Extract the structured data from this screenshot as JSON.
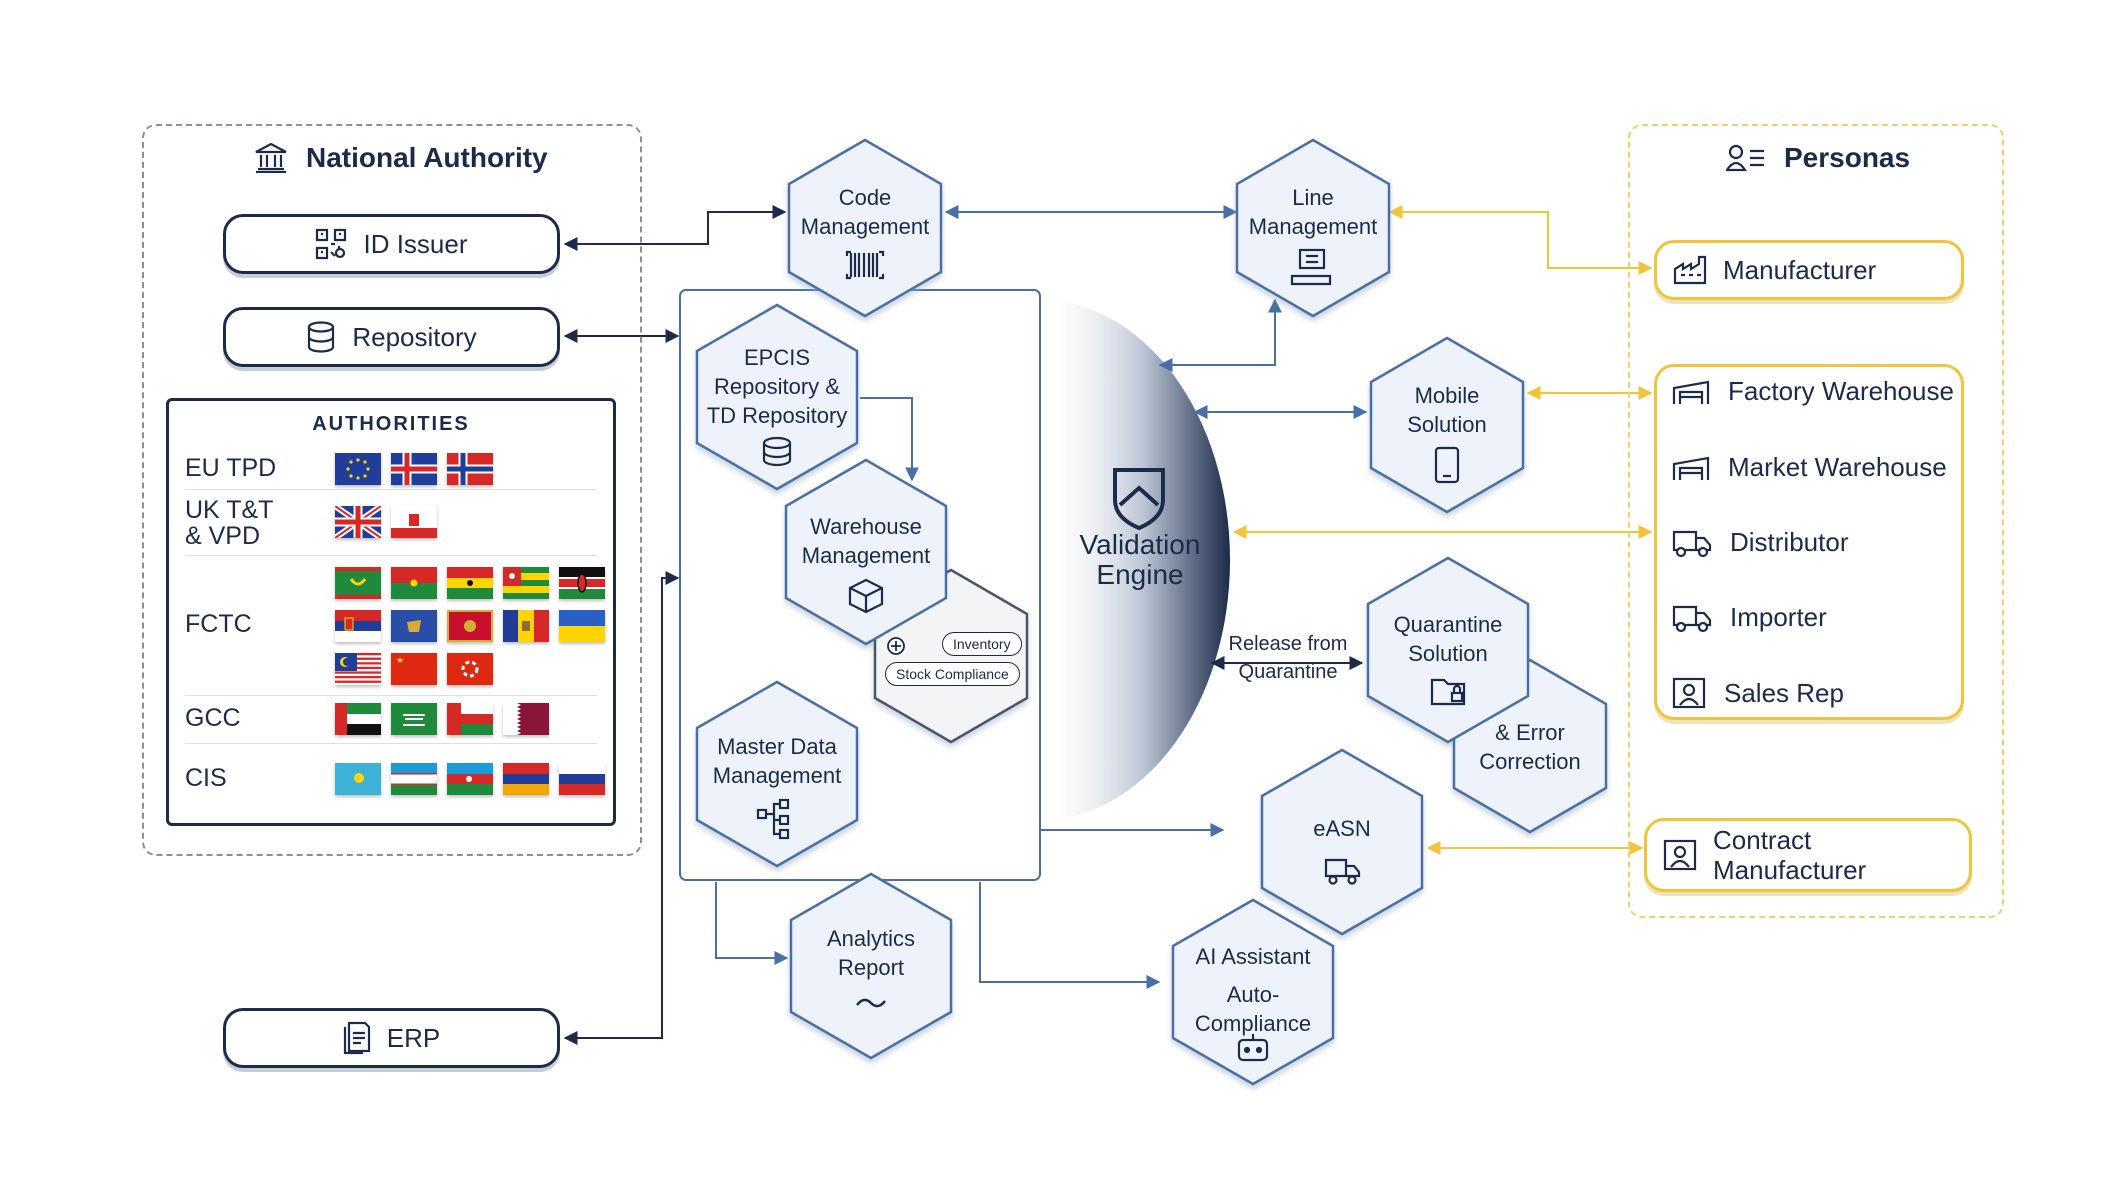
{
  "national_authority": {
    "title": "National Authority",
    "id_issuer": "ID Issuer",
    "repository": "Repository",
    "authorities": {
      "title": "AUTHORITIES",
      "rows": [
        {
          "label": "EU TPD",
          "flags": [
            "eu",
            "iceland",
            "norway"
          ]
        },
        {
          "label": "UK T&T\n& VPD",
          "flags": [
            "uk",
            "gibraltar"
          ]
        },
        {
          "label": "FCTC",
          "flags": [
            "mauritania",
            "burkina-faso",
            "ghana",
            "togo",
            "kenya",
            "serbia",
            "kosovo",
            "montenegro",
            "moldova",
            "ukraine",
            "malaysia",
            "china",
            "hong-kong"
          ]
        },
        {
          "label": "GCC",
          "flags": [
            "uae",
            "saudi-arabia",
            "oman",
            "qatar"
          ]
        },
        {
          "label": "CIS",
          "flags": [
            "kazakhstan",
            "uzbekistan",
            "azerbaijan",
            "armenia",
            "russia"
          ]
        }
      ]
    }
  },
  "erp": "ERP",
  "modules": {
    "code_management": "Code\nManagement",
    "line_management": "Line\nManagement",
    "epcis": "EPCIS\nRepository &\nTD Repository",
    "warehouse": "Warehouse\nManagement",
    "inventory_tag": "Inventory",
    "stock_tag": "Stock Compliance",
    "master_data": "Master Data\nManagement",
    "analytics": "Analytics\nReport",
    "mobile": "Mobile\nSolution",
    "quarantine": "Quarantine\nSolution",
    "error_correction": "& Error\nCorrection",
    "easn": "eASN",
    "ai_assistant": "AI Assistant",
    "auto_compliance": "Auto-\nCompliance",
    "validation_engine": "Validation\nEngine",
    "release_label": "Release from\nQuarantine"
  },
  "personas": {
    "title": "Personas",
    "manufacturer": "Manufacturer",
    "factory_warehouse": "Factory Warehouse",
    "market_warehouse": "Market Warehouse",
    "distributor": "Distributor",
    "importer": "Importer",
    "sales_rep": "Sales Rep",
    "contract_manufacturer": "Contract\nManufacturer"
  },
  "colors": {
    "navy": "#1c2b4a",
    "hex_fill": "#eef3fb",
    "hex_stroke": "#4a6fa5",
    "connector_blue": "#4a6fa5",
    "connector_yellow": "#f2c43c"
  }
}
